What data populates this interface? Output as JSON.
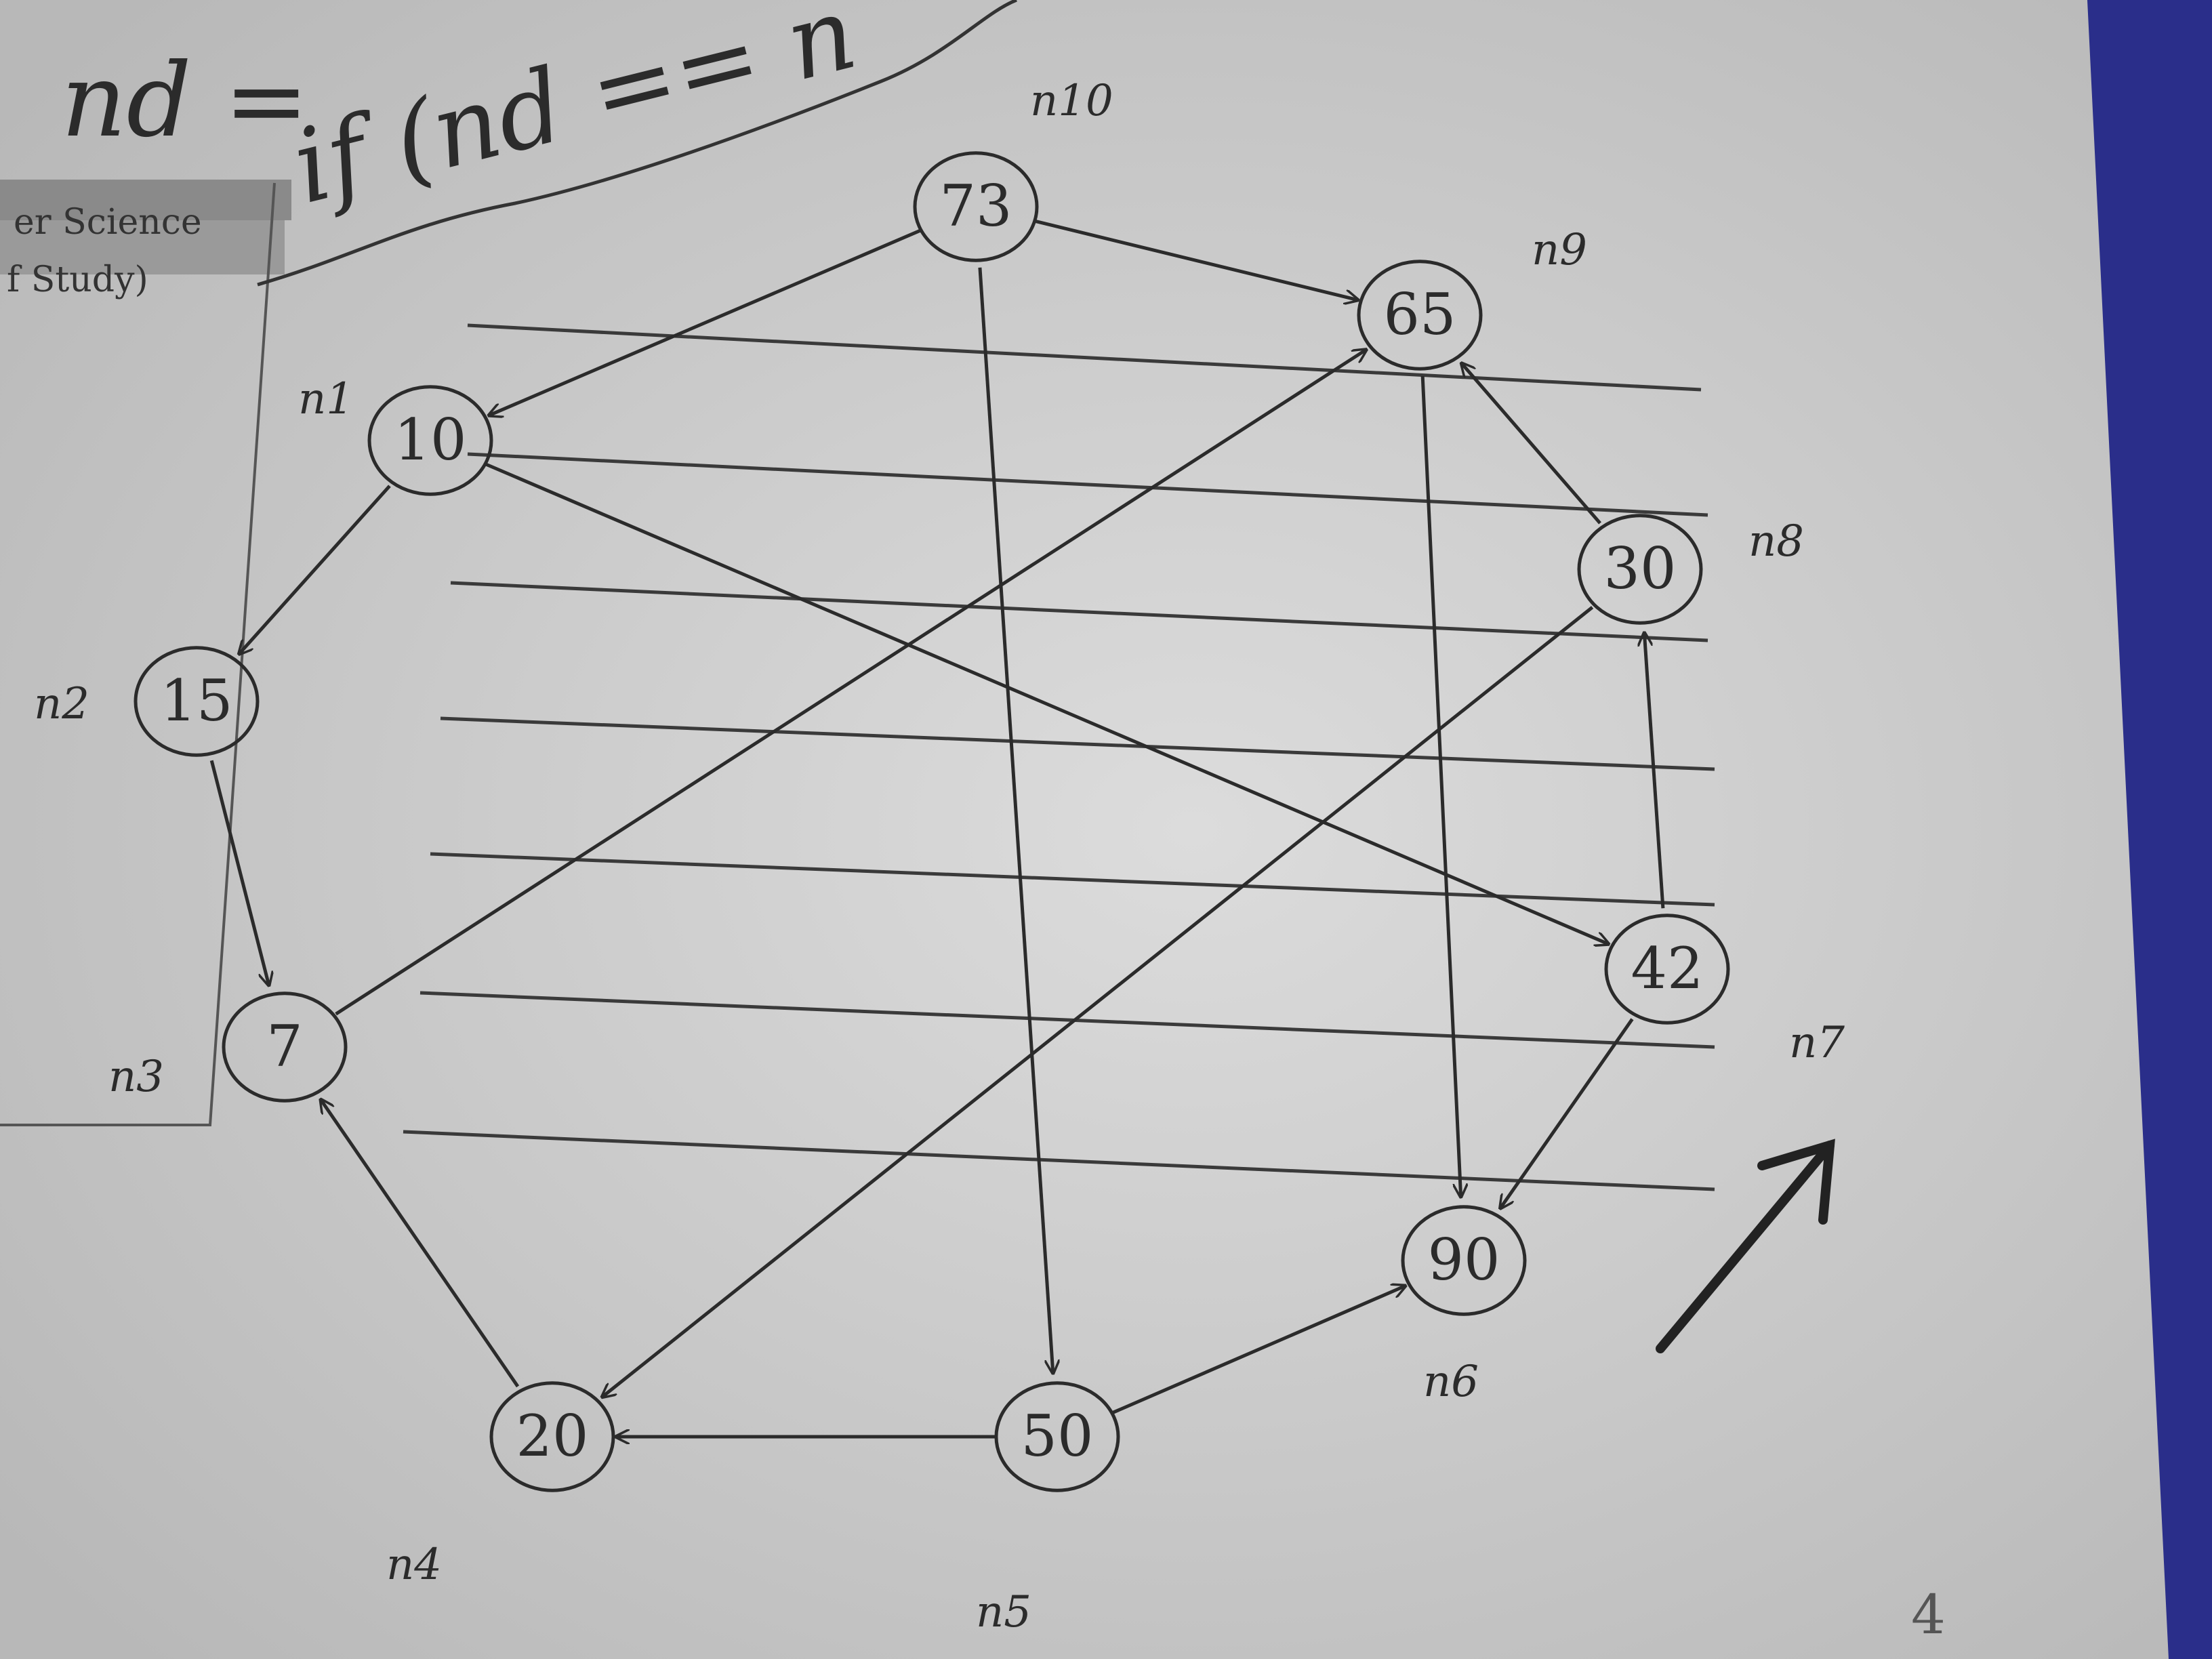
{
  "header": {
    "box_line1": "er Science",
    "box_line2": "f Study)",
    "scribble_left": "nd = ",
    "scribble_right": "if (nd == n"
  },
  "nodes": [
    {
      "id": "n1",
      "value": "10",
      "name": "n1"
    },
    {
      "id": "n2",
      "value": "15",
      "name": "n2"
    },
    {
      "id": "n3",
      "value": "7",
      "name": "n3"
    },
    {
      "id": "n4",
      "value": "20",
      "name": "n4"
    },
    {
      "id": "n5",
      "value": "50",
      "name": "n5"
    },
    {
      "id": "n6",
      "value": "90",
      "name": "n6"
    },
    {
      "id": "n7",
      "value": "42",
      "name": "n7"
    },
    {
      "id": "n8",
      "value": "30",
      "name": "n8"
    },
    {
      "id": "n9",
      "value": "65",
      "name": "n9"
    },
    {
      "id": "n10",
      "value": "73",
      "name": "n10"
    }
  ],
  "edges": [
    {
      "from": "n10",
      "to": "n1"
    },
    {
      "from": "n10",
      "to": "n9"
    },
    {
      "from": "n10",
      "to": "n5"
    },
    {
      "from": "n1",
      "to": "n2"
    },
    {
      "from": "n1",
      "to": "n7"
    },
    {
      "from": "n2",
      "to": "n3"
    },
    {
      "from": "n3",
      "to": "n9"
    },
    {
      "from": "n4",
      "to": "n3"
    },
    {
      "from": "n5",
      "to": "n4"
    },
    {
      "from": "n5",
      "to": "n6"
    },
    {
      "from": "n7",
      "to": "n8"
    },
    {
      "from": "n7",
      "to": "n6"
    },
    {
      "from": "n8",
      "to": "n9"
    },
    {
      "from": "n8",
      "to": "n4"
    },
    {
      "from": "n9",
      "to": "n6"
    }
  ],
  "page_number": "4",
  "colors": {
    "paper": "#cfcfcf",
    "ink": "#2b2b2b",
    "background": "#2a2e8a"
  }
}
